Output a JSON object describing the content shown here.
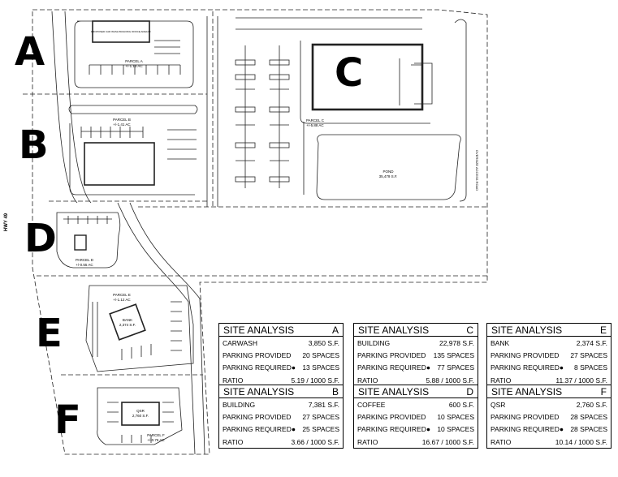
{
  "parcels": {
    "A": {
      "letter": "A",
      "label": "PARCEL A",
      "area": "+/-1.13 AC",
      "building": "PROPOSED CAR WASH BUILDING OFFICE AREA 8F"
    },
    "B": {
      "letter": "B",
      "label": "PARCEL B",
      "area": "+/-1.41 AC"
    },
    "C": {
      "letter": "C",
      "label": "PARCEL C",
      "area": "+/-5.88 AC"
    },
    "D": {
      "letter": "D",
      "label": "PARCEL D",
      "area": "+/-0.55 AC"
    },
    "E": {
      "letter": "E",
      "label": "PARCEL E",
      "area": "+/-1.12 AC",
      "building": "BANK",
      "building_area": "2,374 S.F."
    },
    "F": {
      "letter": "F",
      "label": "PARCEL F",
      "area": "+/-0.76 AC",
      "building": "QSR",
      "building_area": "2,760 S.F."
    }
  },
  "labels": {
    "highway": "HWY 49",
    "pond": "POND",
    "pond_area": "35,479 S.F.",
    "road_right": "OVERSIZE ACCESS ROAD"
  },
  "analysis": [
    {
      "title": "SITE ANALYSIS",
      "parcel": "A",
      "rows": [
        [
          "CARWASH",
          "3,850 S.F."
        ],
        [
          "PARKING PROVIDED",
          "20 SPACES"
        ],
        [
          "PARKING REQUIRED●",
          "13 SPACES"
        ],
        [
          "RATIO",
          "5.19 / 1000 S.F."
        ]
      ]
    },
    {
      "title": "SITE ANALYSIS",
      "parcel": "C",
      "rows": [
        [
          "BUILDING",
          "22,978 S.F."
        ],
        [
          "PARKING PROVIDED",
          "135 SPACES"
        ],
        [
          "PARKING REQUIRED●",
          "77 SPACES"
        ],
        [
          "RATIO",
          "5.88 / 1000 S.F."
        ]
      ]
    },
    {
      "title": "SITE ANALYSIS",
      "parcel": "E",
      "rows": [
        [
          "BANK",
          "2,374 S.F."
        ],
        [
          "PARKING PROVIDED",
          "27 SPACES"
        ],
        [
          "PARKING REQUIRED●",
          "8 SPACES"
        ],
        [
          "RATIO",
          "11.37 / 1000 S.F."
        ]
      ]
    },
    {
      "title": "SITE ANALYSIS",
      "parcel": "B",
      "rows": [
        [
          "BUILDING",
          "7,381 S.F."
        ],
        [
          "PARKING PROVIDED",
          "27 SPACES"
        ],
        [
          "PARKING REQUIRED●",
          "25 SPACES"
        ],
        [
          "RATIO",
          "3.66 / 1000 S.F."
        ]
      ]
    },
    {
      "title": "SITE ANALYSIS",
      "parcel": "D",
      "rows": [
        [
          "COFFEE",
          "600 S.F."
        ],
        [
          "PARKING PROVIDED",
          "10 SPACES"
        ],
        [
          "PARKING REQUIRED●",
          "10 SPACES"
        ],
        [
          "RATIO",
          "16.67 / 1000 S.F."
        ]
      ]
    },
    {
      "title": "SITE ANALYSIS",
      "parcel": "F",
      "rows": [
        [
          "QSR",
          "2,760 S.F."
        ],
        [
          "PARKING PROVIDED",
          "28 SPACES"
        ],
        [
          "PARKING REQUIRED●",
          "28 SPACES"
        ],
        [
          "RATIO",
          "10.14 / 1000 S.F."
        ]
      ]
    }
  ]
}
